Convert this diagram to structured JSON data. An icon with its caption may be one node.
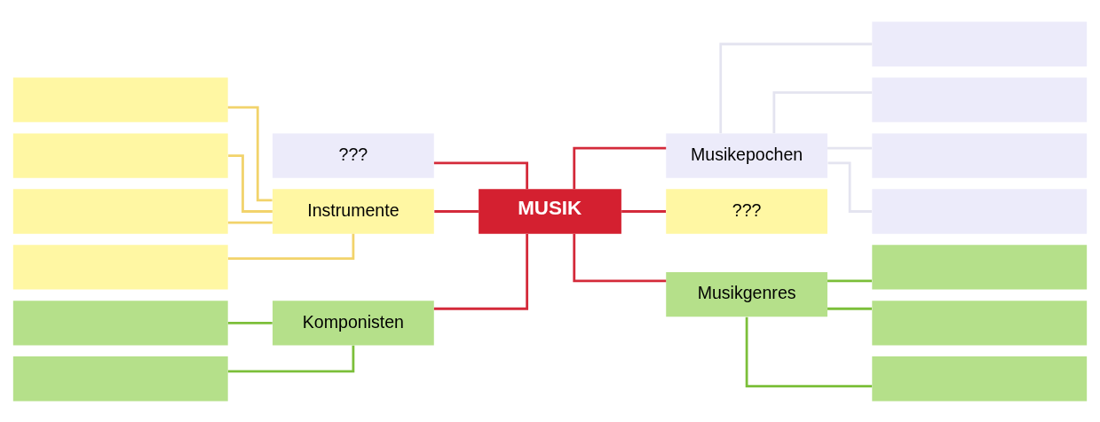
{
  "diagram": {
    "nodes": [
      {
        "text": [
          "MUSIK"
        ]
      },
      {
        "text": [
          "???"
        ]
      },
      {
        "text": [
          "Instrumente"
        ]
      },
      {
        "text": [
          "Komponisten"
        ]
      },
      {
        "text": [
          "Musikepochen"
        ]
      },
      {
        "text": [
          "???"
        ]
      },
      {
        "text": [
          "Musikgenres"
        ]
      },
      {
        "text": [],
        "shape": "box"
      },
      {
        "text": [],
        "shape": "box"
      },
      {
        "text": [],
        "shape": "box"
      },
      {
        "text": [],
        "shape": "box"
      },
      {
        "text": [],
        "shape": "box"
      },
      {
        "text": [],
        "shape": "box"
      },
      {
        "text": [],
        "shape": "box"
      },
      {
        "text": [],
        "shape": "box"
      },
      {
        "text": [],
        "shape": "box"
      },
      {
        "text": [],
        "shape": "box"
      },
      {
        "text": [],
        "shape": "box"
      },
      {
        "text": [],
        "shape": "box"
      },
      {
        "text": [],
        "shape": "box"
      }
    ],
    "edges": [
      {
        "from": 0,
        "to": 1,
        "arrow": "none",
        "color": "#d42a3a"
      },
      {
        "from": 0,
        "to": 2,
        "arrow": "none",
        "color": "#d42a3a"
      },
      {
        "from": 0,
        "to": 3,
        "arrow": "none",
        "color": "#d42a3a"
      },
      {
        "from": 0,
        "to": 4,
        "arrow": "none",
        "color": "#d42a3a"
      },
      {
        "from": 0,
        "to": 5,
        "arrow": "none",
        "color": "#d42a3a"
      },
      {
        "from": 0,
        "to": 6,
        "arrow": "none",
        "color": "#d42a3a"
      },
      {
        "from": 2,
        "to": 7,
        "arrow": "none",
        "color": "#f2d36b"
      },
      {
        "from": 2,
        "to": 8,
        "arrow": "none",
        "color": "#f2d36b"
      },
      {
        "from": 2,
        "to": 9,
        "arrow": "none",
        "color": "#f2d36b"
      },
      {
        "from": 2,
        "to": 10,
        "arrow": "none",
        "color": "#f2d36b"
      },
      {
        "from": 3,
        "to": 11,
        "arrow": "none",
        "color": "#7cbf3a"
      },
      {
        "from": 3,
        "to": 12,
        "arrow": "none",
        "color": "#7cbf3a"
      },
      {
        "from": 4,
        "to": 13,
        "arrow": "none",
        "color": "#e4e4f0"
      },
      {
        "from": 4,
        "to": 14,
        "arrow": "none",
        "color": "#e4e4f0"
      },
      {
        "from": 4,
        "to": 15,
        "arrow": "none",
        "color": "#e4e4f0"
      },
      {
        "from": 4,
        "to": 16,
        "arrow": "none",
        "color": "#e4e4f0"
      },
      {
        "from": 6,
        "to": 17,
        "arrow": "none",
        "color": "#7cbf3a"
      },
      {
        "from": 6,
        "to": 18,
        "arrow": "none",
        "color": "#7cbf3a"
      },
      {
        "from": 6,
        "to": 19,
        "arrow": "none",
        "color": "#7cbf3a"
      }
    ]
  }
}
